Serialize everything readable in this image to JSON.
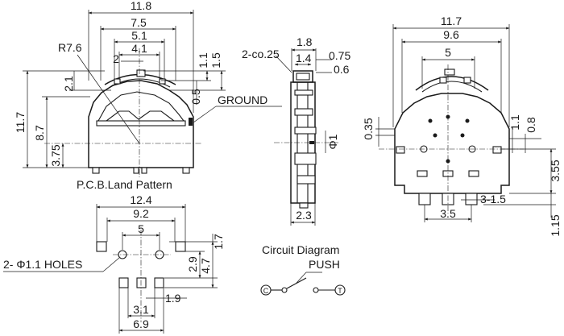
{
  "front_view": {
    "dims": {
      "overall_width": "11.8",
      "inner_width": "7.5",
      "width_5_1": "5.1",
      "width_4_1": "4.1",
      "small_2": "2",
      "radius": "R7.6",
      "height_1_1": "1.1",
      "height_1_5": "1.5",
      "height_2_1": "2.1",
      "height_0_5": "0.5",
      "overall_height": "11.7",
      "height_8_7": "8.7",
      "height_3_75": "3.75"
    },
    "ground_label": "GROUND"
  },
  "side_view": {
    "dims": {
      "chamfer": "2-co.25",
      "w_1_8": "1.8",
      "w_1_4": "1.4",
      "w_0_75": "0.75",
      "w_0_6": "0.6",
      "shaft_dia": "Φ1",
      "thickness": "2.3"
    }
  },
  "back_view": {
    "dims": {
      "overall_width": "11.7",
      "width_9_6": "9.6",
      "width_5": "5",
      "height_0_35": "0.35",
      "height_1_1": "1.1",
      "height_0_8": "0.8",
      "height_3_55": "3.55",
      "pitch": "3-1.5",
      "width_3_5": "3.5",
      "height_1_15": "1.15"
    }
  },
  "pcb_land": {
    "title": "P.C.B.Land Pattern",
    "dims": {
      "overall_width": "12.4",
      "width_9_2": "9.2",
      "width_5": "5",
      "holes": "2- Φ1.1 HOLES",
      "height_2_9": "2.9",
      "height_4_7": "4.7",
      "height_1_7": "1.7",
      "height_1_9": "1.9",
      "width_3_1": "3.1",
      "width_6_9": "6.9"
    }
  },
  "circuit": {
    "title": "Circuit Diagram",
    "push_label": "PUSH",
    "terminal_left": "C",
    "terminal_right": "T"
  }
}
